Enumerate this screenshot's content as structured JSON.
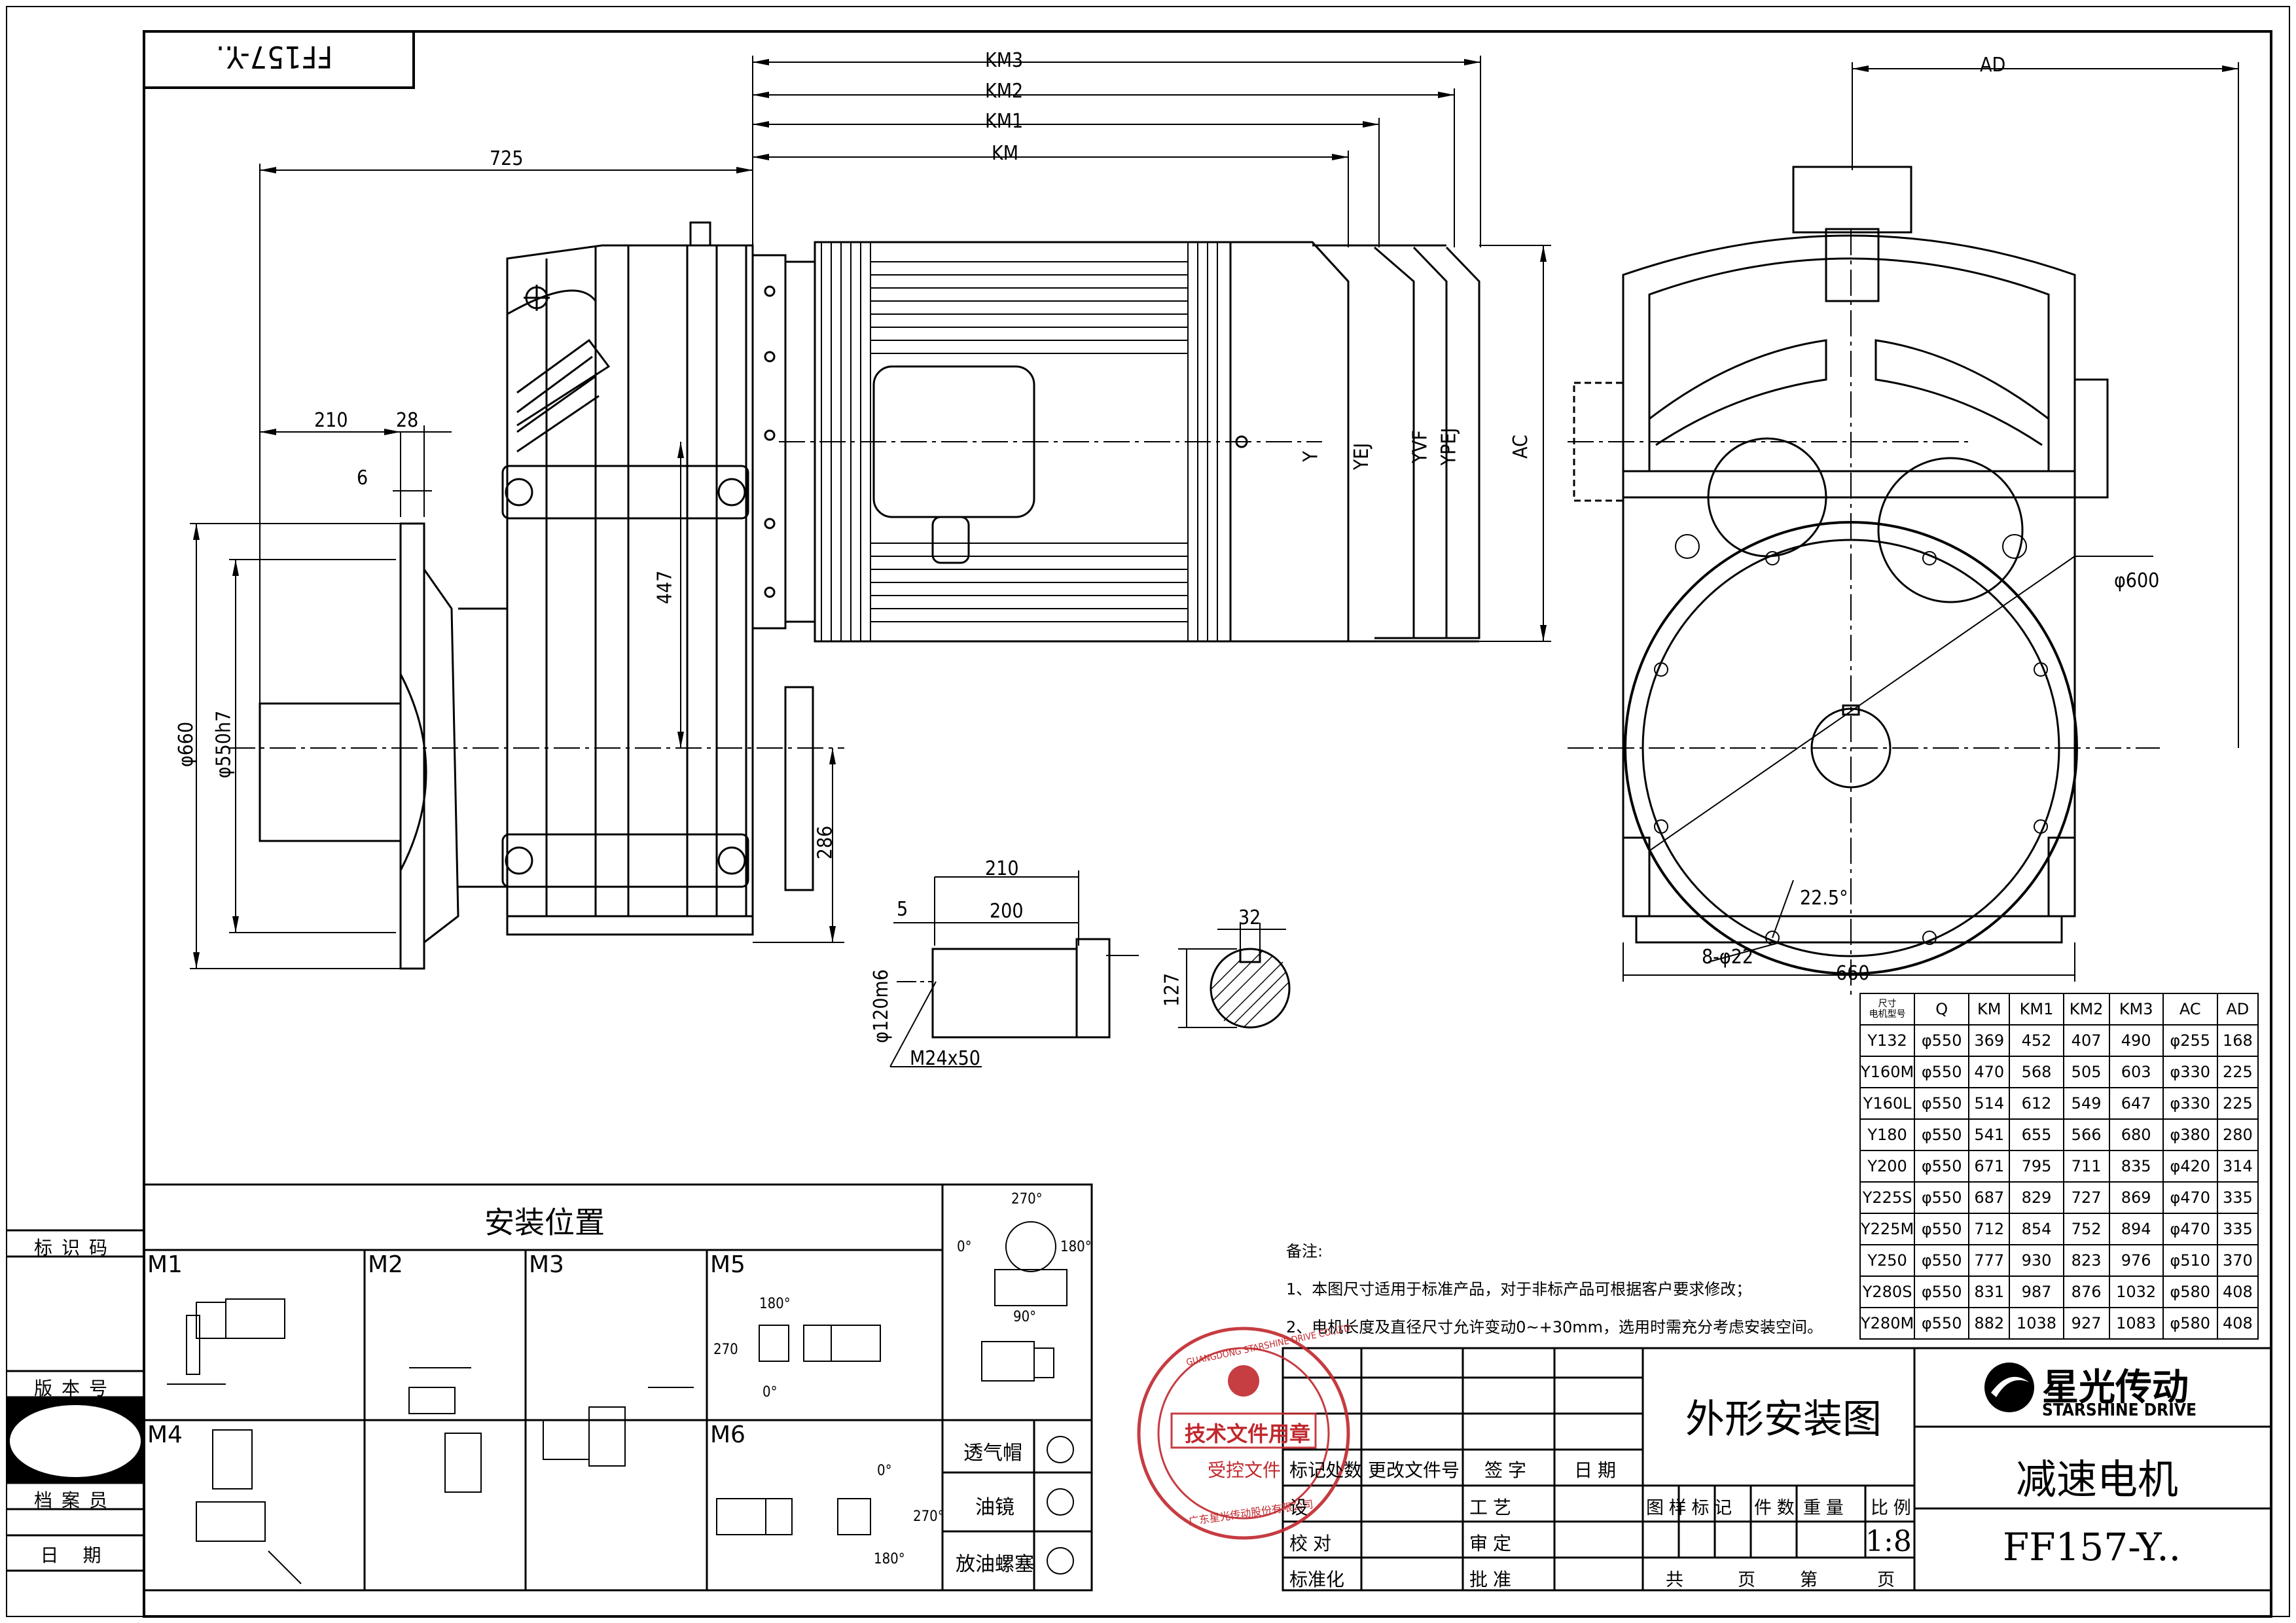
{
  "title_block": {
    "code_mirror": "FF157-Y..",
    "drawing_title": "外形安装图",
    "product_name": "减速电机",
    "model": "FF157-Y..",
    "brand_cn": "星光传动",
    "brand_en": "STARSHINE DRIVE",
    "scale_label": "比 例",
    "scale_value": "1:8",
    "stage_header": "图 样 标 记",
    "qty_header": "件 数",
    "weight_header": "重 量",
    "sheet_total": "共",
    "sheet_unit": "页",
    "sheet_no": "第",
    "sheet_unit2": "页"
  },
  "revision_block": {
    "mark": "标记",
    "count": "处数",
    "doc": "更改文件号",
    "sign": "签 字",
    "date": "日 期",
    "design": "设",
    "process": "工 艺",
    "check": "校 对",
    "review": "审 定",
    "standard": "标准化",
    "approve": "批 准"
  },
  "side_labels": {
    "id_code": "标识码",
    "version": "版本号",
    "archivist": "档案员",
    "date": "日 期"
  },
  "stamp": {
    "outer_text": "GUANGDONG STARSHINE DRIVE CO.,LTD",
    "inner_top": "技术文件用章",
    "inner_bottom": "受控文件",
    "bottom_text": "广东星光传动股份有限公司"
  },
  "mounting": {
    "title": "安装位置",
    "positions": [
      "M1",
      "M2",
      "M3",
      "M4",
      "M5",
      "M6"
    ],
    "angles": [
      "270°",
      "0°",
      "180°",
      "90°"
    ],
    "m5_angles": [
      "180°",
      "270",
      "0°"
    ],
    "m6_angles": [
      "0°",
      "270°",
      "180°"
    ],
    "legend": [
      "透气帽",
      "油镜",
      "放油螺塞"
    ]
  },
  "notes": {
    "heading": "备注:",
    "line1": "1、本图尺寸适用于标准产品，对于非标产品可根据客户要求修改；",
    "line2": "2、电机长度及直径尺寸允许变动0~+30mm，选用时需充分考虑安装空间。"
  },
  "dimensions": {
    "KM3": "KM3",
    "KM2": "KM2",
    "KM1": "KM1",
    "KM": "KM",
    "d725": "725",
    "d210": "210",
    "d28": "28",
    "d6": "6",
    "d447": "447",
    "d286": "286",
    "phi660": "φ660",
    "phi550": "φ550h7",
    "AC": "AC",
    "AD": "AD",
    "phi600": "φ600",
    "angle": "22.5°",
    "holes": "8-φ22",
    "d660": "660",
    "shaft_210": "210",
    "shaft_200": "200",
    "shaft_5": "5",
    "shaft_phi": "φ120m6",
    "thread": "M24x50",
    "key_32": "32",
    "key_127": "127",
    "motor_Y": "Y",
    "motor_YEJ": "YEJ",
    "motor_YVF": "YVF",
    "motor_YPEJ": "YPEJ"
  },
  "spec_table": {
    "corner_top": "尺寸",
    "corner_bottom": "电机型号",
    "headers": [
      "Q",
      "KM",
      "KM1",
      "KM2",
      "KM3",
      "AC",
      "AD"
    ],
    "rows": [
      [
        "Y132",
        "φ550",
        "369",
        "452",
        "407",
        "490",
        "φ255",
        "168"
      ],
      [
        "Y160M",
        "φ550",
        "470",
        "568",
        "505",
        "603",
        "φ330",
        "225"
      ],
      [
        "Y160L",
        "φ550",
        "514",
        "612",
        "549",
        "647",
        "φ330",
        "225"
      ],
      [
        "Y180",
        "φ550",
        "541",
        "655",
        "566",
        "680",
        "φ380",
        "280"
      ],
      [
        "Y200",
        "φ550",
        "671",
        "795",
        "711",
        "835",
        "φ420",
        "314"
      ],
      [
        "Y225S",
        "φ550",
        "687",
        "829",
        "727",
        "869",
        "φ470",
        "335"
      ],
      [
        "Y225M",
        "φ550",
        "712",
        "854",
        "752",
        "894",
        "φ470",
        "335"
      ],
      [
        "Y250",
        "φ550",
        "777",
        "930",
        "823",
        "976",
        "φ510",
        "370"
      ],
      [
        "Y280S",
        "φ550",
        "831",
        "987",
        "876",
        "1032",
        "φ580",
        "408"
      ],
      [
        "Y280M",
        "φ550",
        "882",
        "1038",
        "927",
        "1083",
        "φ580",
        "408"
      ]
    ]
  }
}
